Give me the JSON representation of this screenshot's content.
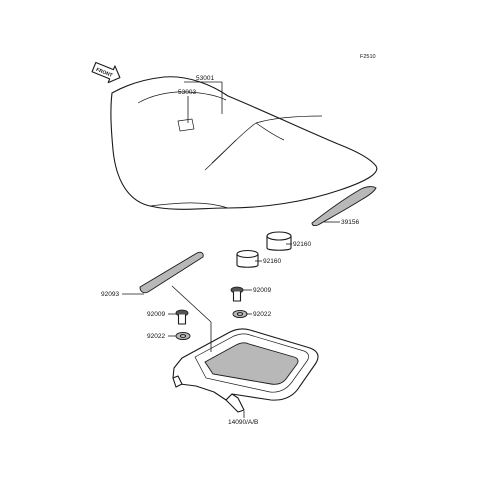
{
  "figure_code": "F2510",
  "front_marker": "FRONT",
  "callouts": {
    "p53001": "53001",
    "p53003": "53003",
    "p39156": "39156",
    "p92160a": "92160",
    "p92160b": "92160",
    "p92093": "92093",
    "p92009a": "92009",
    "p92009b": "92009",
    "p92022a": "92022",
    "p92022b": "92022",
    "p14090": "14090/A/B"
  }
}
